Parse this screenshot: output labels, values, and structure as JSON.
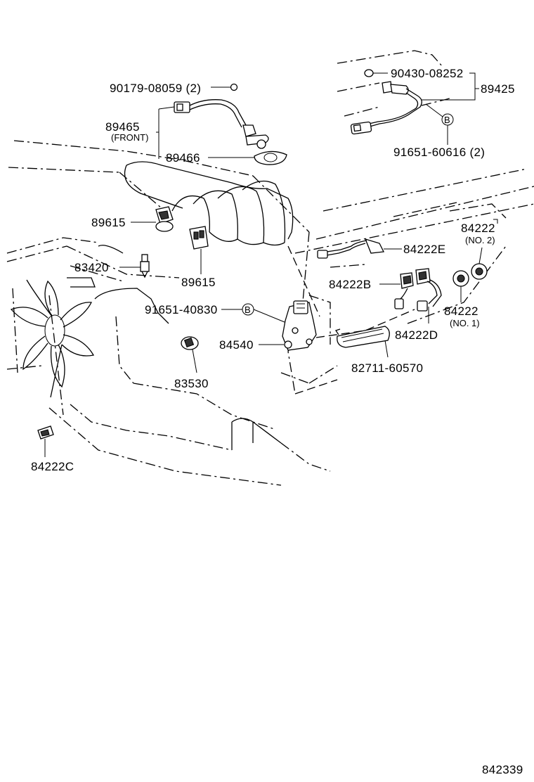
{
  "diagram": {
    "code": "842339",
    "labels": {
      "p90179": "90179-08059 (2)",
      "p89465": "89465",
      "p89465_note": "(FRONT)",
      "p89466": "89466",
      "p90430": "90430-08252",
      "p89425": "89425",
      "p91651_60616": "91651-60616 (2)",
      "b_mark_1": "B",
      "p89615_a": "89615",
      "p89615_b": "89615",
      "p83420": "83420",
      "p84222_no2": "84222",
      "p84222_no2_note": "(NO. 2)",
      "p84222E": "84222E",
      "p84222B": "84222B",
      "p84222_no1": "84222",
      "p84222_no1_note": "(NO. 1)",
      "p91651_40830": "91651-40830",
      "b_mark_2": "B",
      "p84540": "84540",
      "p84222D": "84222D",
      "p83530": "83530",
      "p82711": "82711-60570",
      "p84222C": "84222C"
    }
  }
}
